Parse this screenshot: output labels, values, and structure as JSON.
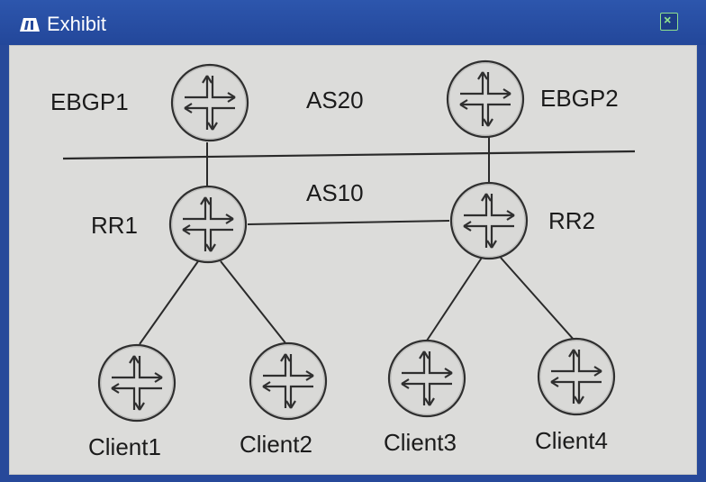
{
  "window": {
    "title": "Exhibit",
    "title_icon": "exhibit-icon",
    "close_icon": "close-icon"
  },
  "diagram": {
    "areas": {
      "upper": "AS20",
      "lower": "AS10"
    },
    "routers": [
      {
        "id": "ebgp1",
        "label": "EBGP1",
        "icon": "router-icon"
      },
      {
        "id": "ebgp2",
        "label": "EBGP2",
        "icon": "router-icon"
      },
      {
        "id": "rr1",
        "label": "RR1",
        "icon": "router-icon"
      },
      {
        "id": "rr2",
        "label": "RR2",
        "icon": "router-icon"
      },
      {
        "id": "client1",
        "label": "Client1",
        "icon": "router-icon"
      },
      {
        "id": "client2",
        "label": "Client2",
        "icon": "router-icon"
      },
      {
        "id": "client3",
        "label": "Client3",
        "icon": "router-icon"
      },
      {
        "id": "client4",
        "label": "Client4",
        "icon": "router-icon"
      }
    ],
    "links": [
      [
        "ebgp1",
        "rr1"
      ],
      [
        "ebgp2",
        "rr2"
      ],
      [
        "rr1",
        "rr2"
      ],
      [
        "rr1",
        "client1"
      ],
      [
        "rr1",
        "client2"
      ],
      [
        "rr2",
        "client3"
      ],
      [
        "rr2",
        "client4"
      ]
    ],
    "colors": {
      "titlebar": "#2a50a5",
      "background": "#dcdcda",
      "line": "#2a2a2a",
      "router_fill": "#d9d9d7"
    }
  }
}
